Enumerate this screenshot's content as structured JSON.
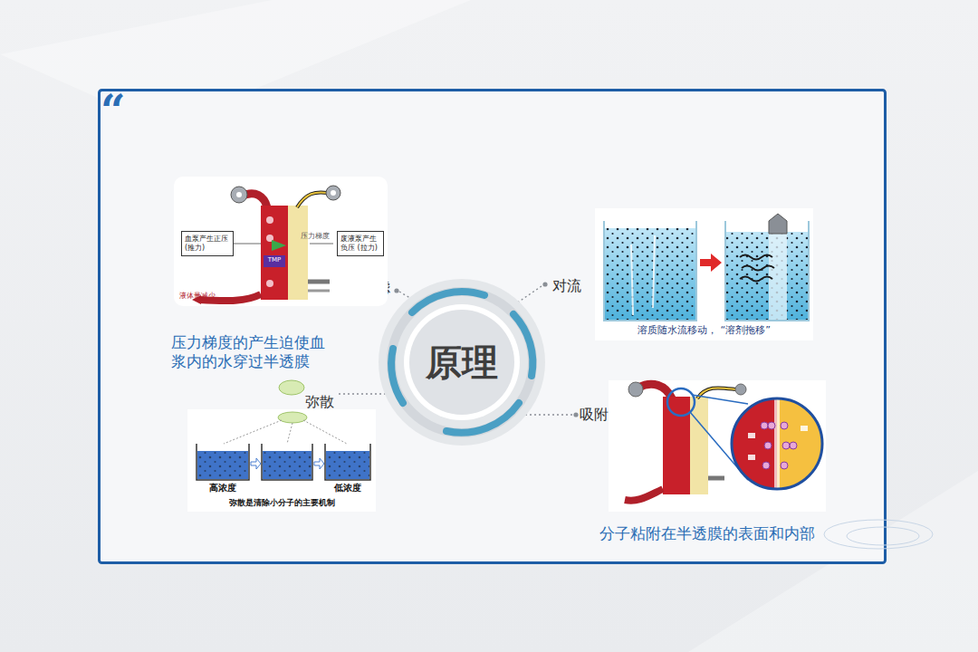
{
  "diagram": {
    "nodes": [
      {
        "text": [
          "压力梯度",
          "TMP",
          "液体量减少"
        ]
      },
      {
        "text": [
          "血泵产生正压 (推力)"
        ],
        "in": 0
      },
      {
        "text": [
          "废液泵产生负压 (拉力)"
        ],
        "in": 0
      },
      {
        "text": [
          "原理"
        ]
      },
      {
        "text": [
          "溶质随水流移动， “溶剂拖移”"
        ]
      },
      {
        "text": [
          "高浓度",
          "低浓度",
          "弥散是清除小分子的主要机制"
        ]
      }
    ],
    "labels": [
      "“",
      "压力梯度的产生迫使血浆内的水穿过半透膜",
      "超滤",
      "对流",
      "弥散",
      "吸附",
      "分子粘附在半透膜的表面和内部"
    ]
  }
}
